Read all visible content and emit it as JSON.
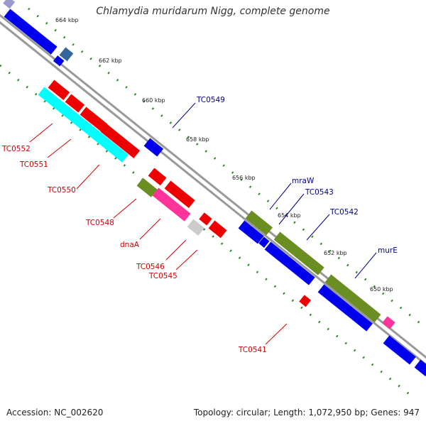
{
  "title": "Chlamydia muridarum Nigg, complete genome",
  "footer": {
    "accession": "Accession: NC_002620",
    "summary": "Topology: circular; Length: 1,072,950 bp; Genes: 947"
  },
  "colors": {
    "forward_cds": "#0000ee",
    "reverse_cds": "#ee0000",
    "rna": "#00ffff",
    "olive": "#6b8e23",
    "pink": "#ff3399",
    "gray": "#cccccc",
    "steel": "#336699",
    "label_blue": "#00008b",
    "label_red": "#cc0000",
    "tick": "#228b22"
  },
  "ticks": [
    "664 kbp",
    "662 kbp",
    "660 kbp",
    "658 kbp",
    "656 kbp",
    "654 kbp",
    "652 kbp",
    "650 kbp"
  ],
  "labels_top": [
    "TC0549",
    "mraW",
    "TC0543",
    "TC0542",
    "murE"
  ],
  "labels_bottom": [
    "TC0552",
    "TC0551",
    "TC0550",
    "TC0548",
    "dnaA",
    "TC0546",
    "TC0545",
    "TC0541"
  ]
}
